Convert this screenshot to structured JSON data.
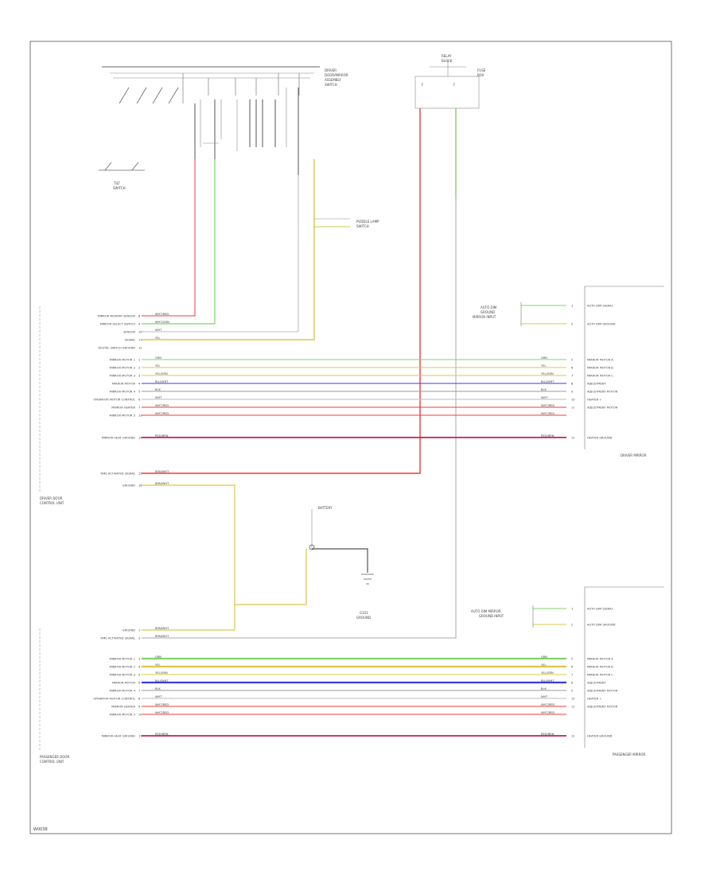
{
  "colors": {
    "red": "#ef3b3b",
    "green": "#7fd46a",
    "yellow": "#d9c84a",
    "blue": "#3a3ae0",
    "grey": "#aaaaaa",
    "darkred": "#c22050",
    "frame": "#555555"
  },
  "labels": {
    "footer_code": "W0038",
    "top_switch": [
      "DRIVER",
      "DOOR/MIRROR",
      "ASSEMBLY",
      "SWITCH"
    ],
    "fuse_box": [
      "RELAY",
      "BLOCK"
    ],
    "fuse_right": [
      "FUSE",
      "BOX"
    ],
    "tilt_switch": [
      "TILT",
      "SWITCH"
    ],
    "mirror_lamp": [
      "PUDDLE LAMP",
      "SWITCH"
    ],
    "driver_module": [
      "DRIVER DOOR",
      "CONTROL UNIT"
    ],
    "passenger_module": [
      "PASSENGER DOOR",
      "CONTROL UNIT"
    ],
    "driver_mirror": "DRIVER MIRROR",
    "passenger_mirror": "PASSENGER MIRROR",
    "battery": "BATTERY",
    "ground_label": [
      "G101",
      "GROUND"
    ],
    "lamp_left_top": [
      "AUTO DIM",
      "GROUND",
      "MIRROR INPUT"
    ],
    "lamp_left_bottom": [
      "AUTO DIM MIRROR",
      "GROUND INPUT"
    ]
  },
  "driver_pins": [
    {
      "name": "MIRROR MEMORY SENSOR",
      "pin": "8",
      "wire": "WHT/RED"
    },
    {
      "name": "MIRROR SELECT SWITCH",
      "pin": "9",
      "wire": "WHT/GRN"
    },
    {
      "name": "SENSOR",
      "pin": "10",
      "wire": "WHT"
    },
    {
      "name": "SIGNAL",
      "pin": "11",
      "wire": "YEL"
    },
    {
      "name": "DIGITAL SWITCH GROUND",
      "pin": "12",
      "wire": ""
    },
    {
      "name": "MIRROR MOTOR 1",
      "pin": "1",
      "wire": "GRN"
    },
    {
      "name": "MIRROR MOTOR 2",
      "pin": "2",
      "wire": "YEL"
    },
    {
      "name": "MIRROR MOTOR 3",
      "pin": "3",
      "wire": "YEL/GRN"
    },
    {
      "name": "MIRROR MOTOR",
      "pin": "4",
      "wire": "BLU/WHT"
    },
    {
      "name": "MIRROR MOTOR 4",
      "pin": "5",
      "wire": "BLK"
    },
    {
      "name": "OPERATOR MOTOR CONTROL",
      "pin": "6",
      "wire": "WHT"
    },
    {
      "name": "MIRROR HEATER",
      "pin": "7",
      "wire": "WHT/RED"
    },
    {
      "name": "MIRROR MOTOR 5",
      "pin": "13",
      "wire": "WHT/RED"
    },
    {
      "name": "MIRROR HEAT GROUND",
      "pin": "14",
      "wire": "RED/BRN"
    },
    {
      "name": "TIME ACTIVATED SIGNAL",
      "pin": "15",
      "wire": "BRN/WHT"
    },
    {
      "name": "GROUND",
      "pin": "16",
      "wire": "BRN/WHT"
    }
  ],
  "passenger_pins": [
    {
      "name": "GROUND",
      "pin": "1",
      "wire": "BRN/WHT"
    },
    {
      "name": "TIME ACTIVATED SIGNAL",
      "pin": "2",
      "wire": "BRN/WHT"
    },
    {
      "name": "MIRROR MOTOR 1",
      "pin": "3",
      "wire": "GRN"
    },
    {
      "name": "MIRROR MOTOR 2",
      "pin": "4",
      "wire": "YEL"
    },
    {
      "name": "MIRROR MOTOR 3",
      "pin": "5",
      "wire": "YEL/GRN"
    },
    {
      "name": "MIRROR MOTOR",
      "pin": "6",
      "wire": "BLU/WHT"
    },
    {
      "name": "MIRROR MOTOR 4",
      "pin": "7",
      "wire": "BLK"
    },
    {
      "name": "OPERATOR MOTOR CONTROL",
      "pin": "8",
      "wire": "WHT"
    },
    {
      "name": "MIRROR HEATER",
      "pin": "9",
      "wire": "WHT/RED"
    },
    {
      "name": "MIRROR MOTOR 5",
      "pin": "10",
      "wire": "WHT/RED"
    },
    {
      "name": "MIRROR HEAT GROUND",
      "pin": "11",
      "wire": "RED/BRN"
    }
  ],
  "mirror_pins": [
    {
      "name": "AUTO DIM SIGNAL",
      "pin": "1"
    },
    {
      "name": "AUTO DIM GROUND",
      "pin": "2"
    },
    {
      "name": "MIRROR MOTOR A",
      "pin": "5"
    },
    {
      "name": "MIRROR MOTOR B",
      "pin": "6"
    },
    {
      "name": "MIRROR MOTOR C",
      "pin": "7"
    },
    {
      "name": "ADJUSTMENT",
      "pin": "8"
    },
    {
      "name": "ADJUSTMENT MOTOR",
      "pin": "9"
    },
    {
      "name": "HEATER +",
      "pin": "10"
    },
    {
      "name": "ADJUSTMENT MOTOR",
      "pin": "11"
    },
    {
      "name": "HEATER GROUND",
      "pin": "12"
    }
  ]
}
